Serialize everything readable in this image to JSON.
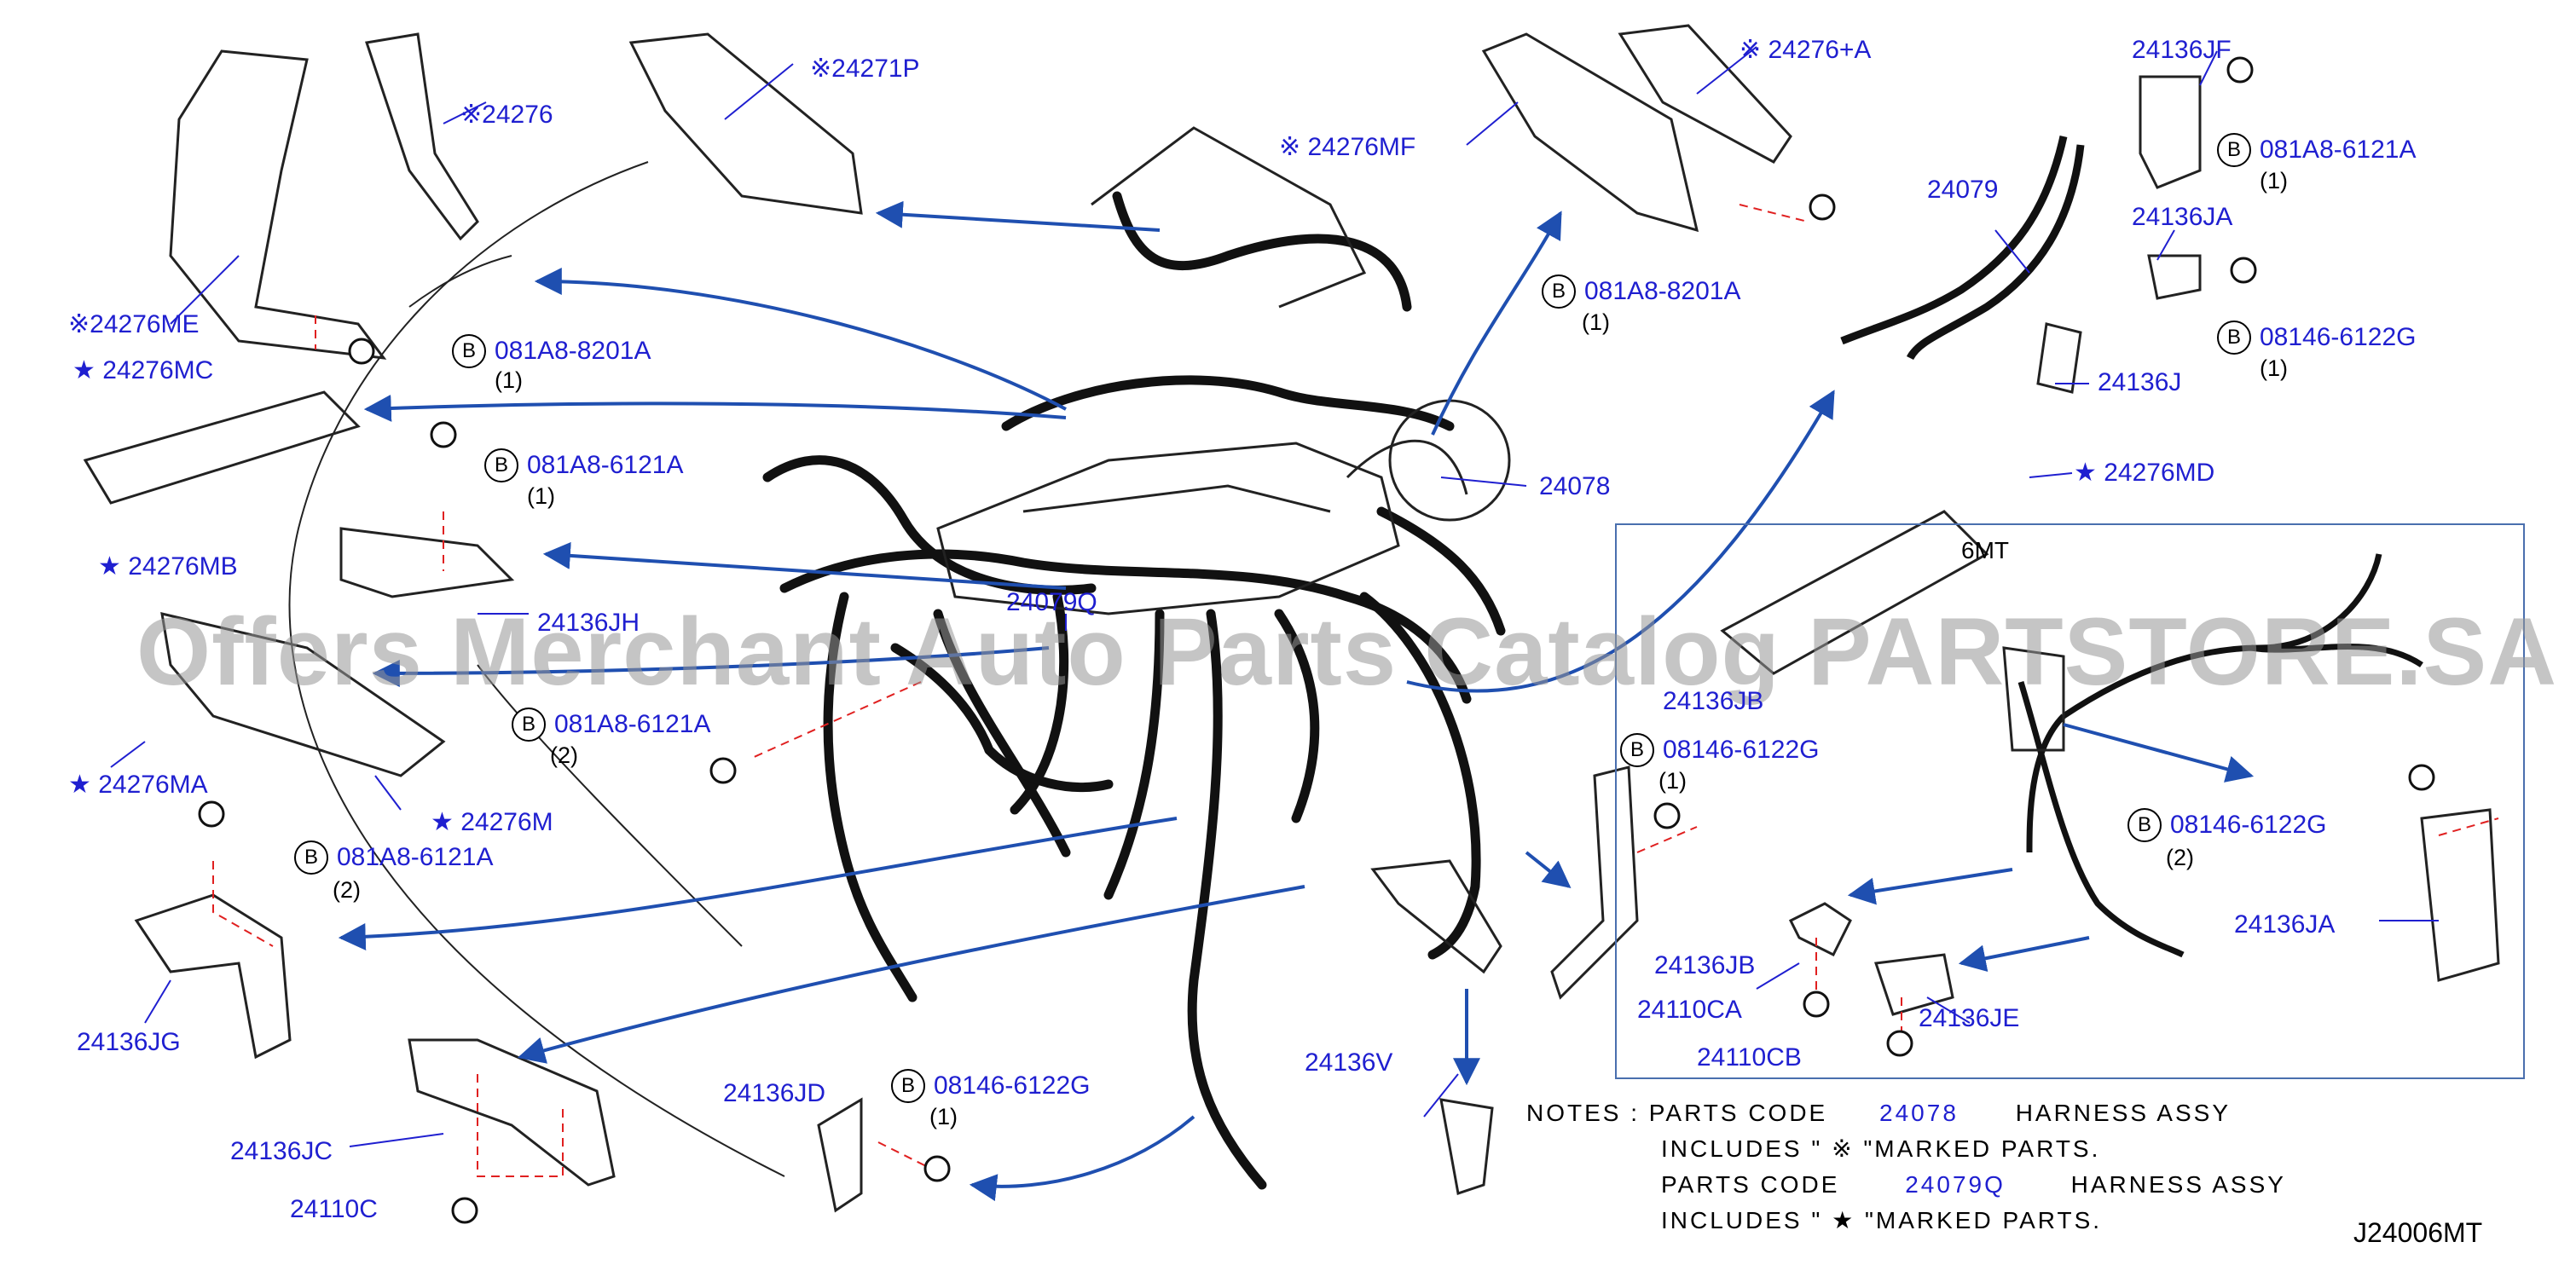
{
  "parts": {
    "p24271P": "※24271P",
    "p24276": "※24276",
    "p24276MF": "※ 24276MF",
    "p24276A": "※ 24276+A",
    "p24136JF": "24136JF",
    "p24079": "24079",
    "p24136JA_top": "24136JA",
    "p24136J": "24136J",
    "p24276ME": "※24276ME",
    "p24276MC": "★ 24276MC",
    "p24276MB": "★ 24276MB",
    "p24078": "24078",
    "p24276MD": "★ 24276MD",
    "p24136JH": "24136JH",
    "p24079Q": "24079Q",
    "p24136JB_main": "24136JB",
    "p24276MA": "★ 24276MA",
    "p24276M": "★ 24276M",
    "p24136JG": "24136JG",
    "p24136JC": "24136JC",
    "p24110C": "24110C",
    "p24136JD": "24136JD",
    "p24136V": "24136V",
    "p24136JB_inset": "24136JB",
    "p24110CA": "24110CA",
    "p24110CB": "24110CB",
    "p24136JE": "24136JE",
    "p24136JA_inset": "24136JA"
  },
  "bolts": {
    "b1": {
      "letter": "B",
      "code": "081A8-8201A",
      "qty": "(1)"
    },
    "b2": {
      "letter": "B",
      "code": "081A8-8201A",
      "qty": "(1)"
    },
    "b3": {
      "letter": "B",
      "code": "081A8-6121A",
      "qty": "(1)"
    },
    "b4": {
      "letter": "B",
      "code": "081A8-6121A",
      "qty": "(1)"
    },
    "b5": {
      "letter": "B",
      "code": "08146-6122G",
      "qty": "(1)"
    },
    "b6": {
      "letter": "B",
      "code": "081A8-6121A",
      "qty": "(2)"
    },
    "b7": {
      "letter": "B",
      "code": "08146-6122G",
      "qty": "(1)"
    },
    "b8": {
      "letter": "B",
      "code": "081A8-6121A",
      "qty": "(2)"
    },
    "b9": {
      "letter": "B",
      "code": "08146-6122G",
      "qty": "(1)"
    },
    "b10": {
      "letter": "B",
      "code": "08146-6122G",
      "qty": "(2)"
    }
  },
  "inset": {
    "title": "6MT"
  },
  "watermark": "Offers Merchant Auto Parts Catalog PARTSTORE.SA",
  "notes": {
    "l1a": "NOTES :  PARTS  CODE",
    "l1code": "24078",
    "l1b": "HARNESS  ASSY",
    "l2": "INCLUDES  \" ※  \"MARKED  PARTS.",
    "l3a": "PARTS  CODE",
    "l3code": "24079Q",
    "l3b": "HARNESS  ASSY",
    "l4": "INCLUDES  \" ★ \"MARKED  PARTS."
  },
  "diagram_id": "J24006MT",
  "colors": {
    "label": "#1f1fd0",
    "arrow": "#1f4fb0",
    "leader": "#1f1fd0",
    "dash": "#e02020",
    "harness": "#111111"
  }
}
